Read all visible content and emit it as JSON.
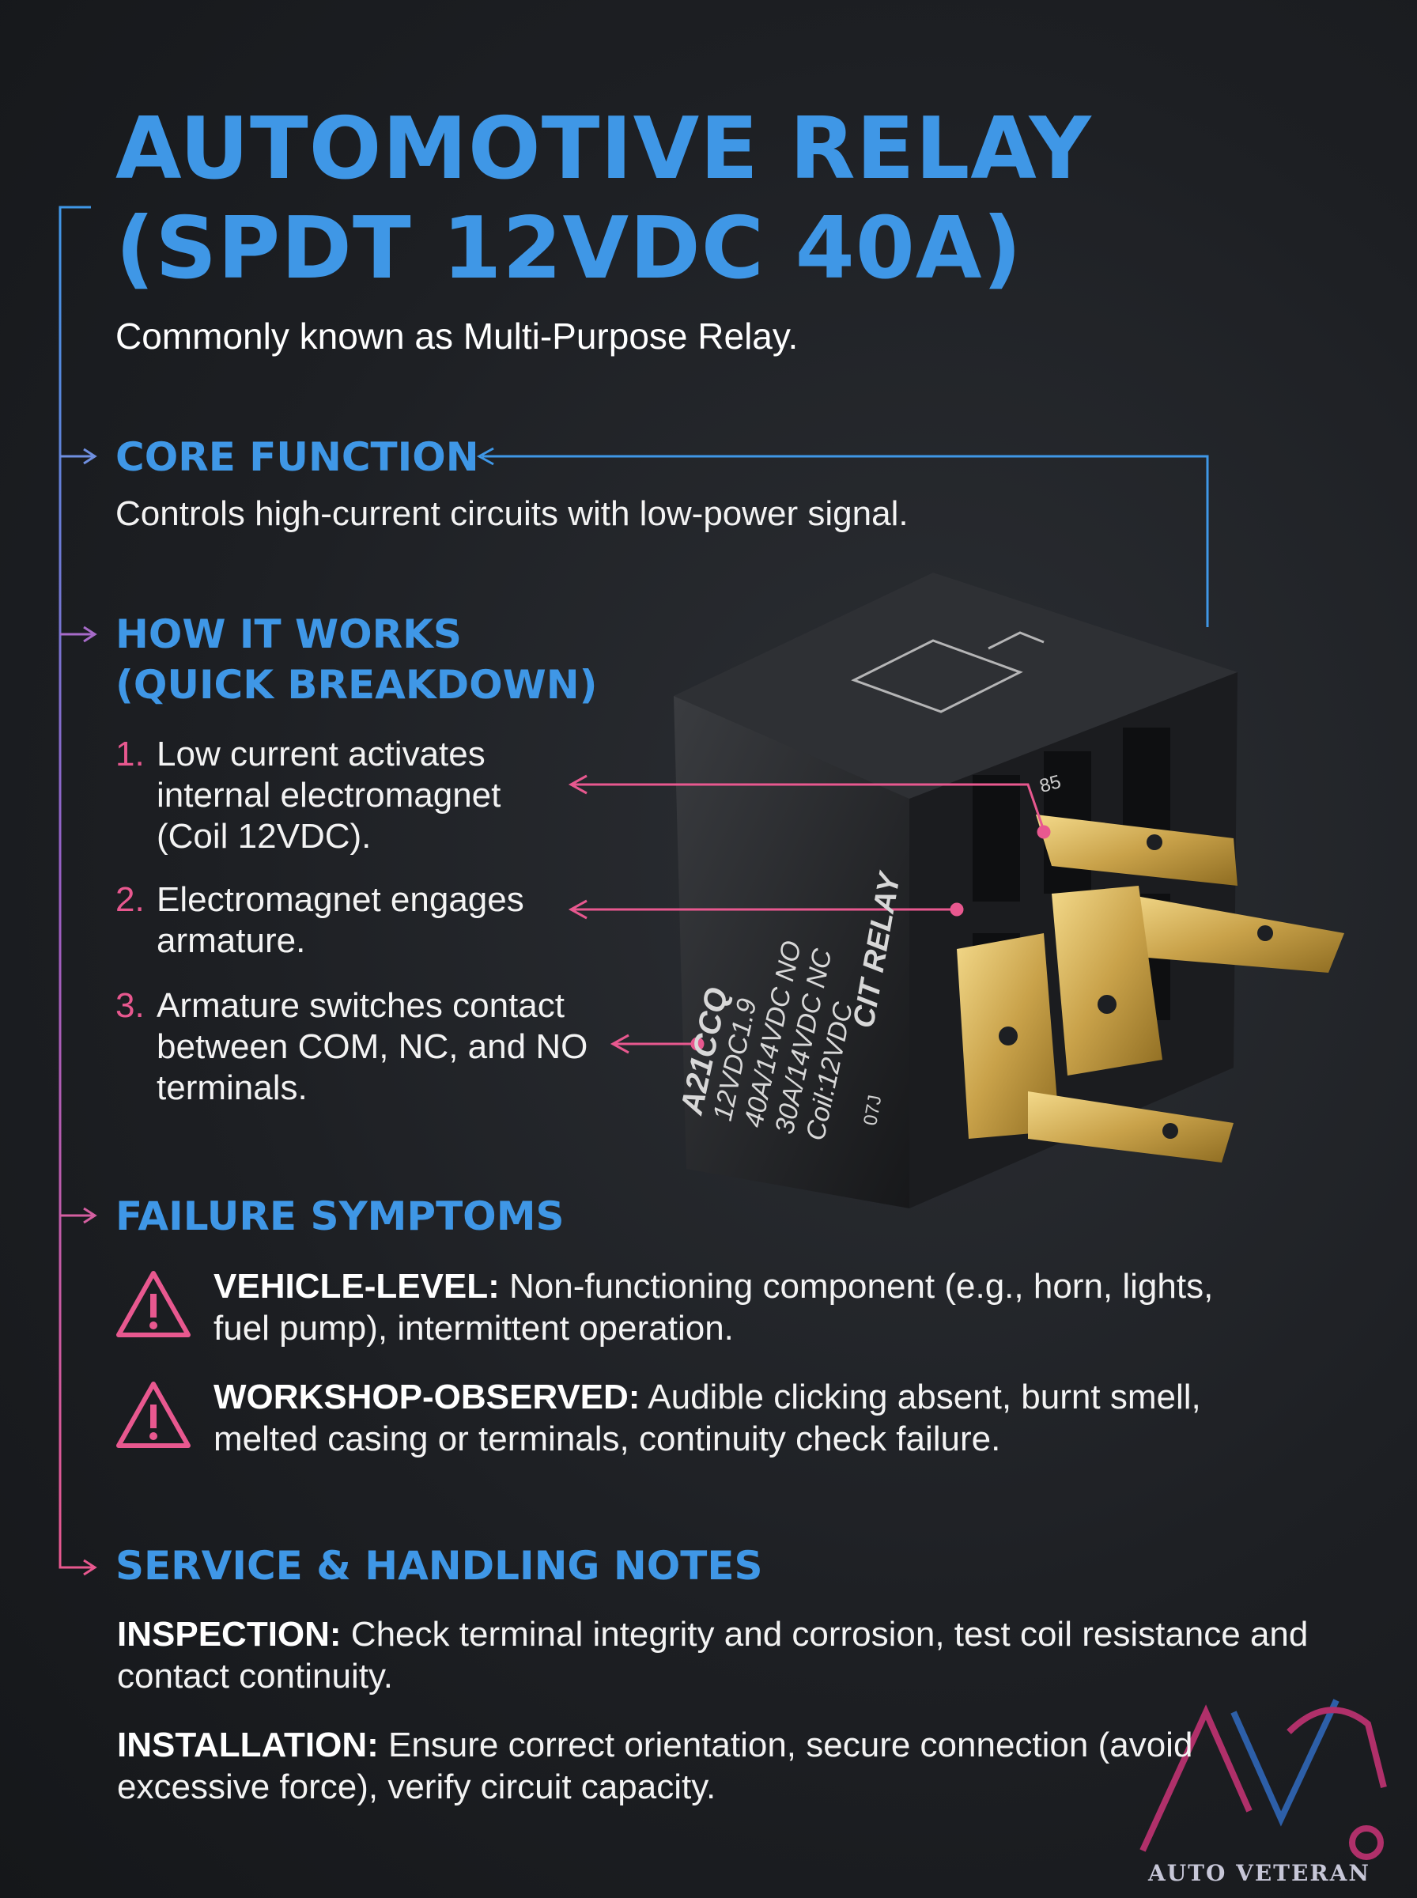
{
  "title_line1": "AUTOMOTIVE RELAY",
  "title_line2": "(SPDT 12VDC 40A)",
  "subtitle": "Commonly known as Multi-Purpose Relay.",
  "core_function": {
    "heading": "CORE FUNCTION",
    "text": "Controls high-current circuits with low-power signal."
  },
  "how_it_works": {
    "heading_line1": "HOW IT WORKS",
    "heading_line2": "(QUICK BREAKDOWN)",
    "steps": [
      {
        "num": "1.",
        "text": "Low current activates internal electromagnet (Coil 12VDC)."
      },
      {
        "num": "2.",
        "text": "Electromagnet engages armature."
      },
      {
        "num": "3.",
        "text": "Armature switches contact between COM, NC, and NO terminals."
      }
    ]
  },
  "failure_symptoms": {
    "heading": "FAILURE SYMPTOMS",
    "items": [
      {
        "label": "VEHICLE-LEVEL:",
        "text": " Non-functioning component (e.g., horn, lights, fuel pump), intermittent operation."
      },
      {
        "label": "WORKSHOP-OBSERVED:",
        "text": " Audible clicking absent, burnt smell, melted casing or terminals, continuity check failure."
      }
    ]
  },
  "service_notes": {
    "heading": "SERVICE & HANDLING NOTES",
    "items": [
      {
        "label": "INSPECTION:",
        "text": " Check terminal integrity and corrosion, test coil resistance and contact continuity."
      },
      {
        "label": "INSTALLATION:",
        "text": " Ensure correct orientation, secure connection (avoid excessive force), verify circuit capacity."
      }
    ]
  },
  "relay_markings": {
    "lines": [
      "A21CCQ",
      "12VDC1.9",
      "40A/14VDC NO",
      "30A/14VDC NC",
      "Coil:12VDC"
    ],
    "brand": "CIT RELAY",
    "code": "07J",
    "pin_label": "85"
  },
  "logo": {
    "text": "AUTO VETERAN"
  },
  "colors": {
    "accent_blue": "#3f97e6",
    "accent_pink": "#e8588f",
    "background": "#1d1f23"
  }
}
